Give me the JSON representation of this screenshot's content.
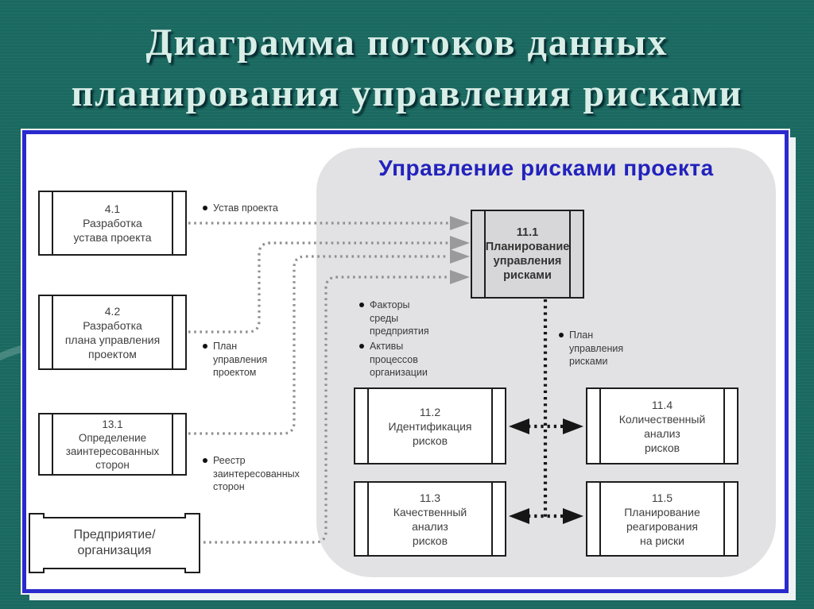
{
  "title": {
    "line1": "Диаграмма потоков данных",
    "line2": "планирования управления рисками"
  },
  "group": {
    "title": "Управление рисками проекта"
  },
  "boxes": {
    "b41": {
      "num": "4.1",
      "lines": [
        "Разработка",
        "устава проекта"
      ]
    },
    "b42": {
      "num": "4.2",
      "lines": [
        "Разработка",
        "плана управления",
        "проектом"
      ]
    },
    "b131": {
      "num": "13.1",
      "lines": [
        "Определение",
        "заинтересованных",
        "сторон"
      ]
    },
    "entity": {
      "lines": [
        "Предприятие/",
        "организация"
      ]
    },
    "b111": {
      "num": "11.1",
      "lines": [
        "Планирование",
        "управления",
        "рисками"
      ]
    },
    "b112": {
      "num": "11.2",
      "lines": [
        "Идентификация",
        "рисков"
      ]
    },
    "b113": {
      "num": "11.3",
      "lines": [
        "Качественный",
        "анализ",
        "рисков"
      ]
    },
    "b114": {
      "num": "11.4",
      "lines": [
        "Количественный",
        "анализ",
        "рисков"
      ]
    },
    "b115": {
      "num": "11.5",
      "lines": [
        "Планирование",
        "реагирования",
        "на риски"
      ]
    }
  },
  "labels": {
    "ustav": {
      "lines": [
        "Устав проекта"
      ]
    },
    "plan_proekta": {
      "lines": [
        "План",
        "управления",
        "проектом"
      ]
    },
    "reestr": {
      "lines": [
        "Реестр",
        "заинтересованных",
        "сторон"
      ]
    },
    "faktory": {
      "lines": [
        "Факторы",
        "среды",
        "предприятия"
      ]
    },
    "aktivy": {
      "lines": [
        "Активы",
        "процессов",
        "организации"
      ]
    },
    "plan_riskami": {
      "lines": [
        "План",
        "управления",
        "рисками"
      ]
    }
  },
  "colors": {
    "teal": "#1b6a61",
    "panel-blue": "#2a2ace",
    "blue-text": "#2222bd",
    "gray-region": "#e2e2e4",
    "box-fill-gray": "#d7d7d9",
    "ink": "#3f3f3f",
    "label-ink": "#3a3a3a",
    "title-color": "#d8eee7",
    "dot-gray": "#8f8f91",
    "dot-black": "#161616",
    "arrow-gray": "#9a9a9c"
  }
}
